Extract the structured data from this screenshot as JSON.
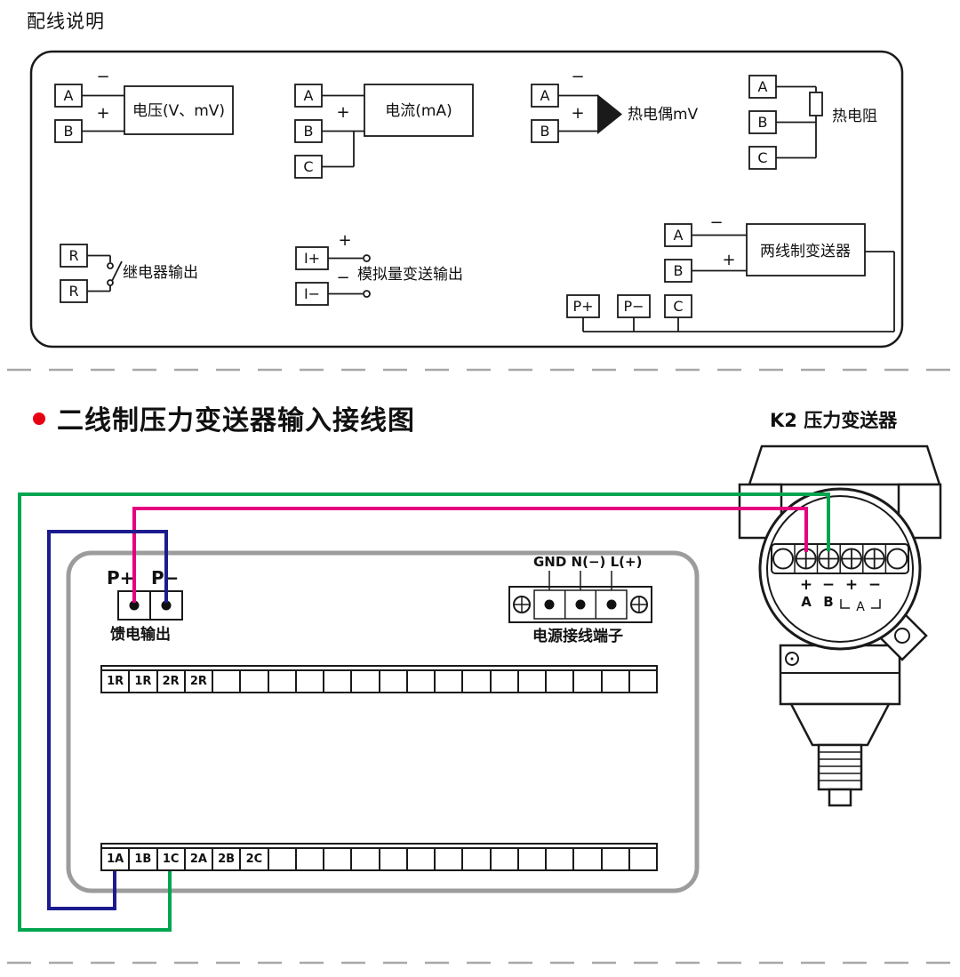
{
  "titles": {
    "section1": "配线说明",
    "section2": "二线制压力变送器输入接线图",
    "k2": "K2 压力变送器"
  },
  "legend": {
    "voltage": {
      "a": "A",
      "b": "B",
      "minus": "−",
      "plus": "+",
      "label": "电压(V、mV)"
    },
    "current": {
      "a": "A",
      "b": "B",
      "c": "C",
      "plus": "+",
      "label": "电流(mA)"
    },
    "thermocouple": {
      "a": "A",
      "b": "B",
      "minus": "−",
      "plus": "+",
      "label": "热电偶mV"
    },
    "rtd": {
      "a": "A",
      "b": "B",
      "c": "C",
      "label": "热电阻"
    },
    "relay": {
      "r1": "R",
      "r2": "R",
      "label": "继电器输出"
    },
    "analog": {
      "ip": "I+",
      "im": "I−",
      "plus": "+",
      "minus": "−",
      "label": "模拟量变送输出"
    },
    "twowire": {
      "a": "A",
      "b": "B",
      "c": "C",
      "pp": "P+",
      "pm": "P−",
      "minus": "−",
      "plus": "+",
      "label": "两线制变送器"
    }
  },
  "panel": {
    "feed": {
      "pp": "P+",
      "pm": "P−",
      "caption": "馈电输出"
    },
    "power": {
      "labels": "GND N(−) L(+)",
      "caption": "电源接线端子"
    },
    "top_strip": [
      "1R",
      "1R",
      "2R",
      "2R",
      "",
      "",
      "",
      "",
      "",
      "",
      "",
      "",
      "",
      "",
      "",
      "",
      "",
      "",
      "",
      ""
    ],
    "bottom_strip": [
      "1A",
      "1B",
      "1C",
      "2A",
      "2B",
      "2C",
      "",
      "",
      "",
      "",
      "",
      "",
      "",
      "",
      "",
      "",
      "",
      "",
      "",
      ""
    ]
  },
  "transmitter": {
    "signs": [
      "+",
      "−",
      "+",
      "−"
    ],
    "letters": [
      "A",
      "B"
    ],
    "bracket": "A"
  },
  "colors": {
    "wire_green": "#00A550",
    "wire_magenta": "#E5007E",
    "wire_blue": "#1C1C8F",
    "bullet_red": "#E60012",
    "panel_gray": "#9C9C9C",
    "line_dark": "#1A1A1A"
  }
}
